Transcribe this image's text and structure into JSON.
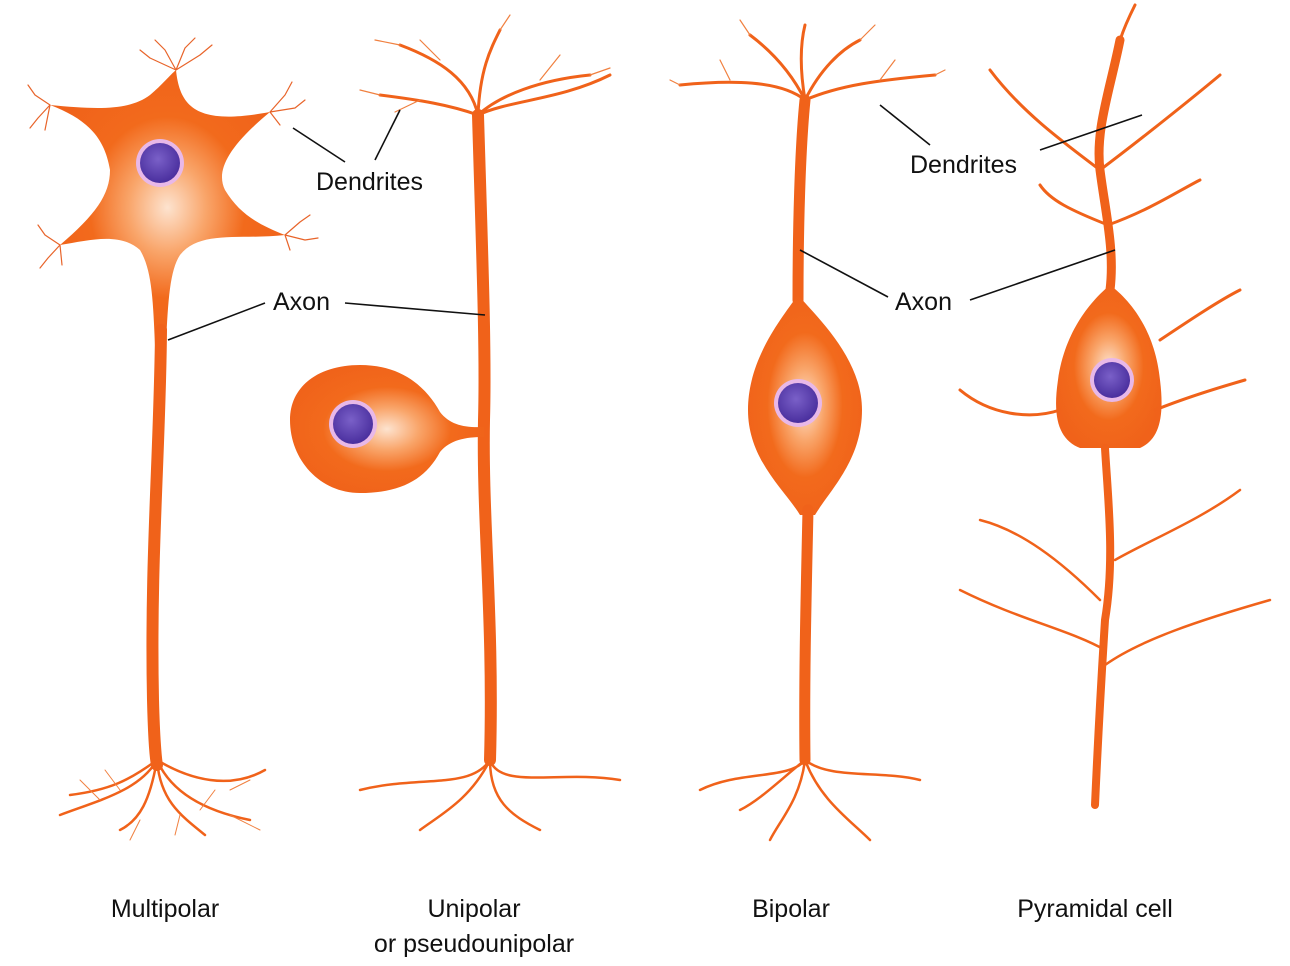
{
  "title": "Types of neurons",
  "colors": {
    "cell_body": "#f26a1c",
    "cell_highlight": "#fbc9a2",
    "nucleus": "#5b3eb0",
    "nucleus_halo": "#e8b8e8",
    "branch": "#f0621a",
    "leader_line": "#111111",
    "background": "#ffffff"
  },
  "callouts": {
    "dendrites_left": "Dendrites",
    "axon_left": "Axon",
    "dendrites_right": "Dendrites",
    "axon_right": "Axon"
  },
  "neurons": [
    {
      "id": "multipolar",
      "caption_lines": [
        "Multipolar"
      ]
    },
    {
      "id": "unipolar",
      "caption_lines": [
        "Unipolar",
        "or pseudounipolar"
      ]
    },
    {
      "id": "bipolar",
      "caption_lines": [
        "Bipolar"
      ]
    },
    {
      "id": "pyramidal",
      "caption_lines": [
        "Pyramidal cell"
      ]
    }
  ]
}
